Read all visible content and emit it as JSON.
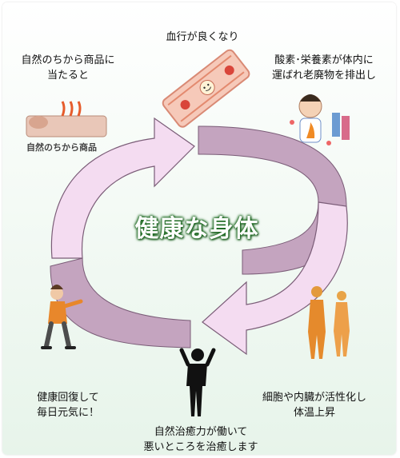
{
  "center": {
    "title": "健康な身体"
  },
  "steps": [
    {
      "line1": "自然のちから商品に",
      "line2": "当たると",
      "caption": "自然のちから商品"
    },
    {
      "line1": "血行が良くなり"
    },
    {
      "line1": "酸素･栄養素が体内に",
      "line2": "運ばれ老廃物を排出し"
    },
    {
      "line1": "細胞や内臓が活性化し",
      "line2": "体温上昇"
    },
    {
      "line1": "自然治癒力が働いて",
      "line2": "悪いところを治癒します"
    },
    {
      "line1": "健康回復して",
      "line2": "毎日元気に！"
    }
  ],
  "colors": {
    "arrow_light": "#f4dcf1",
    "arrow_dark": "#c4a4bf",
    "arrow_edge": "#7a5c77",
    "title_glow": "#1f6b23"
  }
}
